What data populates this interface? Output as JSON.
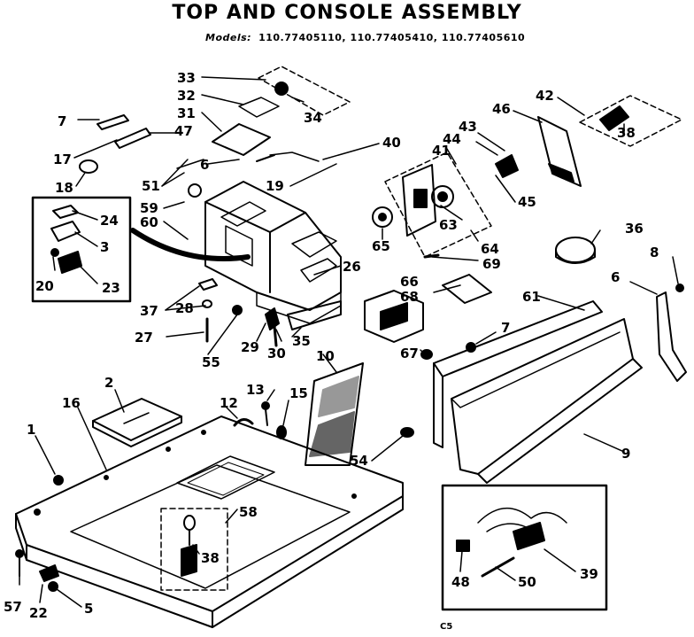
{
  "title": "TOP AND CONSOLE ASSEMBLY",
  "models_label": "Models:",
  "models": "110.77405110, 110.77405410, 110.77405610",
  "page_code": "C5",
  "callouts": [
    {
      "id": "c33",
      "text": "33"
    },
    {
      "id": "c32",
      "text": "32"
    },
    {
      "id": "c34",
      "text": "34"
    },
    {
      "id": "c31",
      "text": "31"
    },
    {
      "id": "c7a",
      "text": "7"
    },
    {
      "id": "c47",
      "text": "47"
    },
    {
      "id": "c17",
      "text": "17"
    },
    {
      "id": "c18",
      "text": "18"
    },
    {
      "id": "c51",
      "text": "51"
    },
    {
      "id": "c6a",
      "text": "6"
    },
    {
      "id": "c19",
      "text": "19"
    },
    {
      "id": "c40",
      "text": "40"
    },
    {
      "id": "c41",
      "text": "41"
    },
    {
      "id": "c43",
      "text": "43"
    },
    {
      "id": "c44",
      "text": "44"
    },
    {
      "id": "c46",
      "text": "46"
    },
    {
      "id": "c42",
      "text": "42"
    },
    {
      "id": "c38a",
      "text": "38"
    },
    {
      "id": "c45",
      "text": "45"
    },
    {
      "id": "c63",
      "text": "63"
    },
    {
      "id": "c64",
      "text": "64"
    },
    {
      "id": "c69",
      "text": "69"
    },
    {
      "id": "c65",
      "text": "65"
    },
    {
      "id": "c26",
      "text": "26"
    },
    {
      "id": "c59",
      "text": "59"
    },
    {
      "id": "c60",
      "text": "60"
    },
    {
      "id": "c24",
      "text": "24"
    },
    {
      "id": "c3",
      "text": "3"
    },
    {
      "id": "c20",
      "text": "20"
    },
    {
      "id": "c23",
      "text": "23"
    },
    {
      "id": "c37",
      "text": "37"
    },
    {
      "id": "c28",
      "text": "28"
    },
    {
      "id": "c27",
      "text": "27"
    },
    {
      "id": "c29",
      "text": "29"
    },
    {
      "id": "c30",
      "text": "30"
    },
    {
      "id": "c35",
      "text": "35"
    },
    {
      "id": "c55",
      "text": "55"
    },
    {
      "id": "c66",
      "text": "66"
    },
    {
      "id": "c68",
      "text": "68"
    },
    {
      "id": "c67",
      "text": "67"
    },
    {
      "id": "c36",
      "text": "36"
    },
    {
      "id": "c8",
      "text": "8"
    },
    {
      "id": "c6b",
      "text": "6"
    },
    {
      "id": "c61",
      "text": "61"
    },
    {
      "id": "c7b",
      "text": "7"
    },
    {
      "id": "c9",
      "text": "9"
    },
    {
      "id": "c10",
      "text": "10"
    },
    {
      "id": "c13",
      "text": "13"
    },
    {
      "id": "c15",
      "text": "15"
    },
    {
      "id": "c12",
      "text": "12"
    },
    {
      "id": "c2",
      "text": "2"
    },
    {
      "id": "c16",
      "text": "16"
    },
    {
      "id": "c1",
      "text": "1"
    },
    {
      "id": "c54",
      "text": "54"
    },
    {
      "id": "c58",
      "text": "58"
    },
    {
      "id": "c38b",
      "text": "38"
    },
    {
      "id": "c57",
      "text": "57"
    },
    {
      "id": "c22",
      "text": "22"
    },
    {
      "id": "c5",
      "text": "5"
    },
    {
      "id": "c48",
      "text": "48"
    },
    {
      "id": "c50",
      "text": "50"
    },
    {
      "id": "c39",
      "text": "39"
    }
  ]
}
